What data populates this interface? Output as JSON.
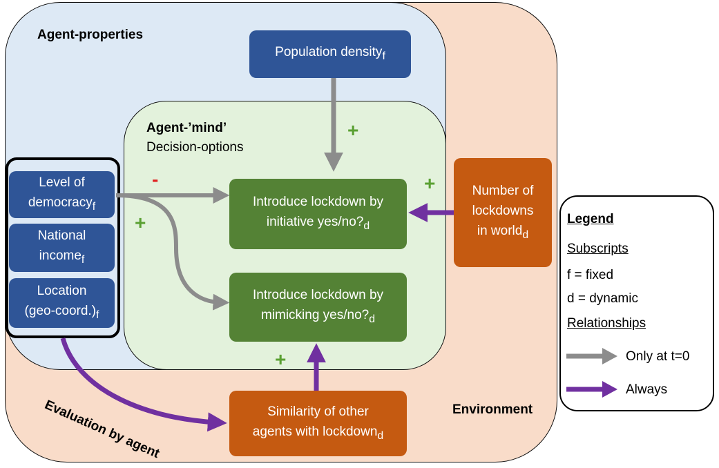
{
  "regions": {
    "environment": "Environment",
    "agent_properties": "Agent-properties",
    "agent_mind_title": "Agent-’mind’",
    "agent_mind_subtitle": "Decision-options"
  },
  "nodes": {
    "population_density": {
      "text": "Population density",
      "sub": "f"
    },
    "level_of_democracy": {
      "text": "Level of\ndemocracy",
      "sub": "f"
    },
    "national_income": {
      "text": "National\nincome",
      "sub": "f"
    },
    "location": {
      "text": "Location\n(geo-coord.)",
      "sub": "f"
    },
    "lockdown_initiative": {
      "text": "Introduce lockdown by\ninitiative yes/no?",
      "sub": "d"
    },
    "lockdown_mimicking": {
      "text": "Introduce lockdown by\nmimicking yes/no?",
      "sub": "d"
    },
    "number_of_lockdowns": {
      "text": "Number of\nlockdowns\nin world",
      "sub": "d"
    },
    "similarity": {
      "text": "Similarity of other\nagents with lockdown",
      "sub": "d"
    }
  },
  "signs": {
    "democracy_to_initiative": "-",
    "democracy_to_mimicking": "+",
    "density_to_initiative": "+",
    "lockdowns_to_initiative": "+",
    "similarity_to_mimicking": "+"
  },
  "edge_label": "Evaluation by agent",
  "legend": {
    "title": "Legend",
    "subscripts_heading": "Subscripts",
    "fixed": "f = fixed",
    "dynamic": "d = dynamic",
    "relationships_heading": "Relationships",
    "only_at_t0": "Only at t=0",
    "always": "Always"
  },
  "colors": {
    "gray_arrow": "#8c8c8c",
    "purple_arrow": "#7030a0",
    "blue_box": "#2f5597",
    "green_box": "#548235",
    "orange_box": "#c55a11",
    "plus": "#5aa032",
    "minus": "#e02020"
  }
}
